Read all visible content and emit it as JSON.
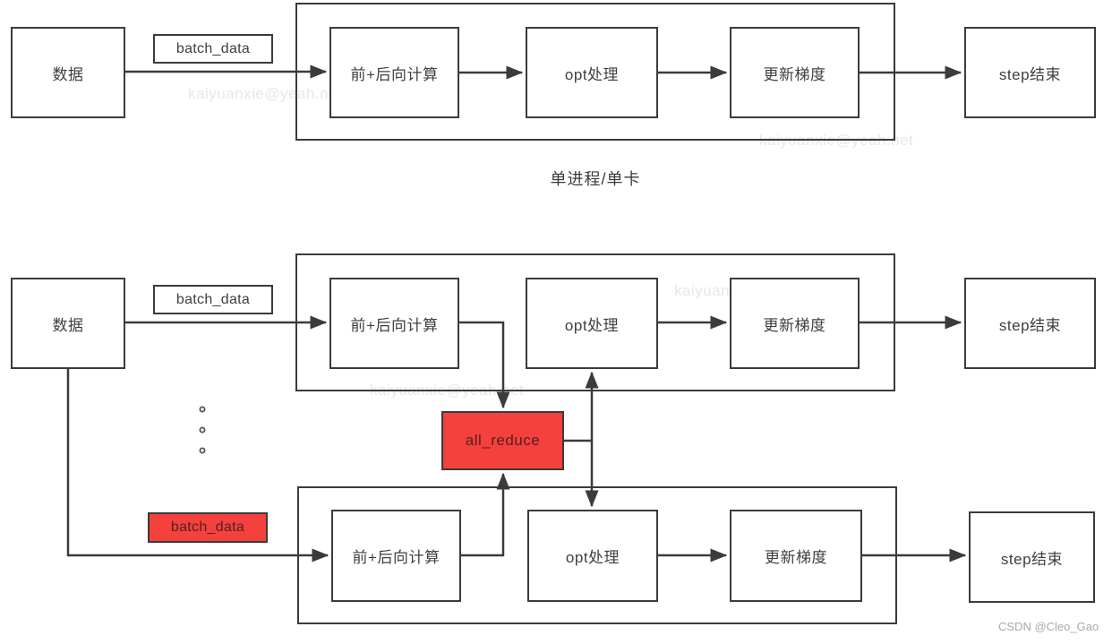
{
  "watermark": "kaiyuanxie@yeah.net",
  "credit": "CSDN @Cleo_Gao",
  "colors": {
    "line": "#3b3b3b",
    "red_fill": "#f5413e",
    "red_text": "#55201f",
    "text": "#3f3f3f",
    "watermark": "#e7e7e7",
    "credit": "#a9a9a9"
  },
  "d1": {
    "caption": "单进程/单卡",
    "nodes": {
      "data": "数据",
      "batch": "batch_data",
      "fwbw": "前+后向计算",
      "opt": "opt处理",
      "grad": "更新梯度",
      "step": "step结束"
    }
  },
  "d2": {
    "nodes": {
      "data": "数据",
      "batch_top": "batch_data",
      "fwbw_top": "前+后向计算",
      "opt_top": "opt处理",
      "grad_top": "更新梯度",
      "step_top": "step结束",
      "all_reduce": "all_reduce",
      "batch_bottom": "batch_data",
      "fwbw_bottom": "前+后向计算",
      "opt_bottom": "opt处理",
      "grad_bottom": "更新梯度",
      "step_bottom": "step结束"
    }
  }
}
